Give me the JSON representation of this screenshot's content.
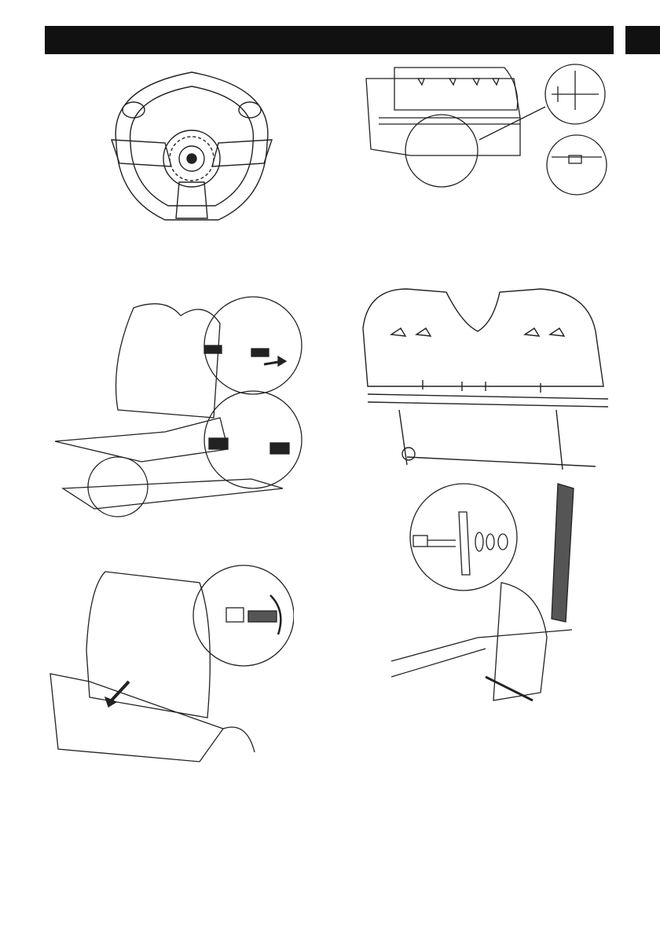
{
  "header": {
    "bar_color": "#111111",
    "page_tab_color": "#111111"
  },
  "figures": [
    {
      "id": "steering-wheel",
      "subject": "steering-wheel-icon"
    },
    {
      "id": "rear-rack",
      "subject": "rear-rack-bolt-icon"
    },
    {
      "id": "seat-rails",
      "subject": "seat-rail-slide-icon"
    },
    {
      "id": "seat-back-frame",
      "subject": "seat-back-bracket-icon"
    },
    {
      "id": "seat-lever",
      "subject": "seat-adjust-lever-icon"
    },
    {
      "id": "seat-belt-mount",
      "subject": "seat-belt-bolt-icon"
    }
  ]
}
